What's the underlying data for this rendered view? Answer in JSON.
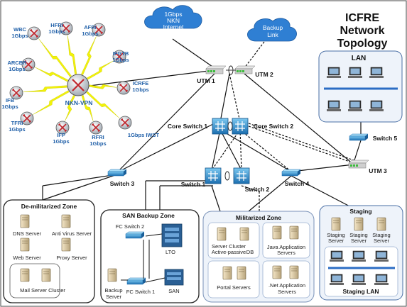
{
  "title": {
    "line1": "ICFRE",
    "line2": "Network",
    "line3": "Topology"
  },
  "clouds": {
    "internet": {
      "line1": "1Gbps",
      "line2": "NKN",
      "line3": "Internet"
    },
    "backup": {
      "line1": "Backup",
      "line2": "Link"
    }
  },
  "hub": {
    "label": "NKN-VPN"
  },
  "routers": [
    {
      "name": "WBC",
      "speed": "1Gbps"
    },
    {
      "name": "HFRI",
      "speed": "1Gbps"
    },
    {
      "name": "AFRI",
      "speed": "1Gbps"
    },
    {
      "name": "IFGTB",
      "speed": "1Gbps"
    },
    {
      "name": "ARCBR",
      "speed": "1Gbps"
    },
    {
      "name": "ICRFE",
      "speed": "1Gbps"
    },
    {
      "name": "IFB",
      "speed": "1Gbps"
    },
    {
      "name": "TFRI",
      "speed": "1Gbps"
    },
    {
      "name": "IFP",
      "speed": "1Gbps"
    },
    {
      "name": "RFRI",
      "speed": "1Gbps"
    },
    {
      "name": "IWST",
      "speed": "1Gbps"
    }
  ],
  "devices": {
    "utm1": "UTM 1",
    "utm2": "UTM 2",
    "utm3": "UTM 3",
    "core1": "Core Switch 1",
    "core2": "Core Switch 2",
    "switch1": "Switch 1",
    "switch2": "Switch 2",
    "switch3": "Switch 3",
    "switch4": "Switch 4",
    "switch5": "Switch 5"
  },
  "zones": {
    "lan": {
      "title": "LAN"
    },
    "dmz": {
      "title": "De-militarized Zone",
      "items": [
        "DNS Server",
        "Anti Virus Server",
        "Web Server",
        "Proxy Server",
        "Mail Server Cluster"
      ]
    },
    "san": {
      "title": "SAN Backup Zone",
      "items": [
        "FC Switch 2",
        "LTO",
        "Backup",
        "Server",
        "FC Switch 1",
        "SAN"
      ]
    },
    "mil": {
      "title": "Militarized Zone",
      "items": [
        "Server Cluster",
        "Active-passive",
        "DB",
        "Java Application",
        "Servers",
        "Portal Servers",
        ".Net Application",
        "Servers"
      ]
    },
    "staging": {
      "title": "Staging",
      "items": [
        "Staging",
        "Server",
        "Staging",
        "Server",
        "Staging",
        "Server"
      ],
      "lan": "Staging LAN"
    }
  },
  "colors": {
    "cloud": "#2f7fd3",
    "router": "#1f5fa8",
    "switch": "#1c8fd6",
    "zone_fill": "#eef3fa",
    "lightning": "#f2f20a"
  }
}
